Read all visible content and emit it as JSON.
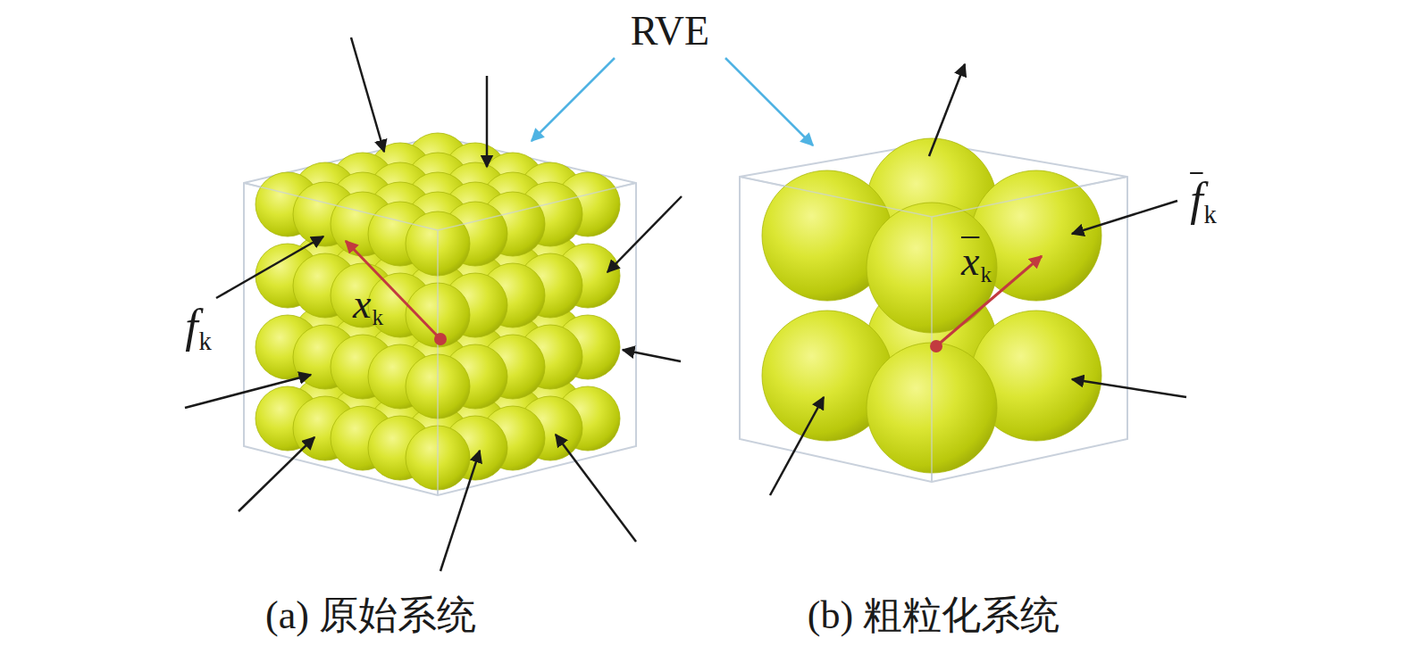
{
  "diagram": {
    "labels": [
      "RVE",
      "fk",
      "xk",
      "xk",
      "fk",
      "(a) 原始系统",
      "(b) 粗粒化系统"
    ]
  }
}
